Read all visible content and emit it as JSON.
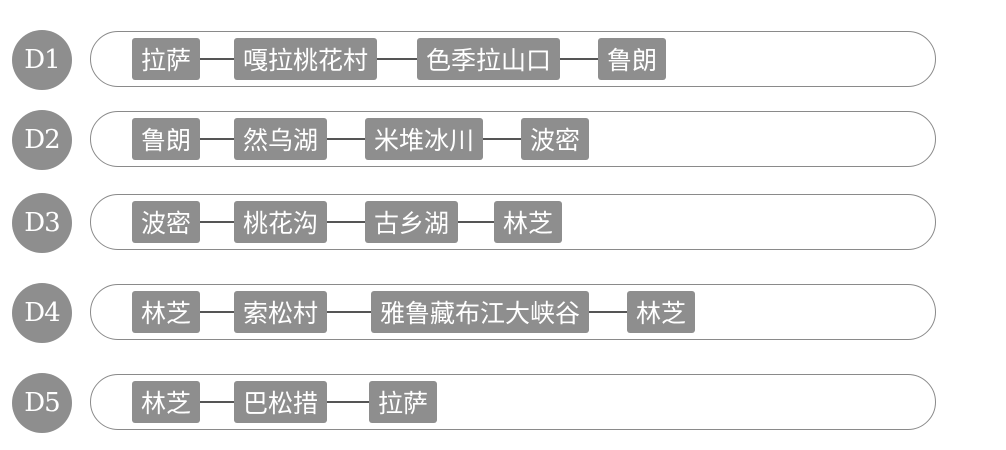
{
  "itinerary": [
    {
      "day": "D1",
      "stops": [
        "拉萨",
        "嘎拉桃花村",
        "色季拉山口",
        "鲁朗"
      ]
    },
    {
      "day": "D2",
      "stops": [
        "鲁朗",
        "然乌湖",
        "米堆冰川",
        "波密"
      ]
    },
    {
      "day": "D3",
      "stops": [
        "波密",
        "桃花沟",
        "古乡湖",
        "林芝"
      ]
    },
    {
      "day": "D4",
      "stops": [
        "林芝",
        "索松村",
        "雅鲁藏布江大峡谷",
        "林芝"
      ]
    },
    {
      "day": "D5",
      "stops": [
        "林芝",
        "巴松措",
        "拉萨"
      ]
    }
  ],
  "colors": {
    "badge": "#8e8e8e",
    "stop_box": "#8e8e8e",
    "track_border": "#8a8a8a",
    "connector": "#555555",
    "text_on_gray": "#ffffff"
  }
}
